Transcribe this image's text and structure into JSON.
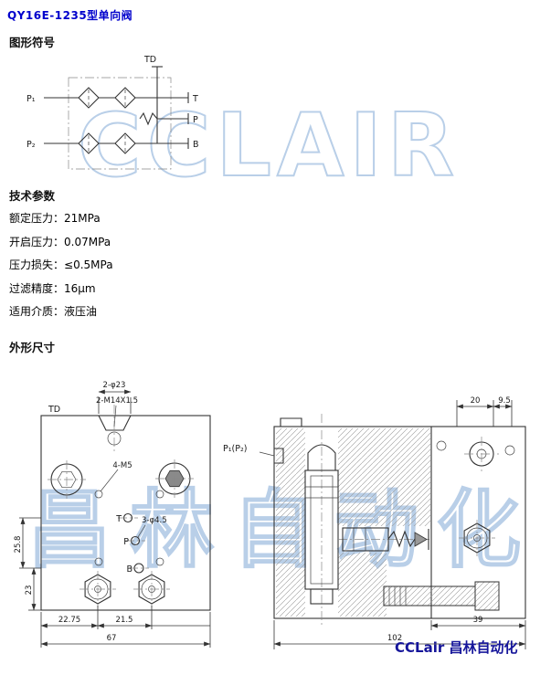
{
  "page": {
    "title": "QY16E-1235型单向阀",
    "watermark_latin": "CCLAIR",
    "watermark_cjk": "昌林自动化",
    "footer_brand": "CCLair 昌林自动化"
  },
  "symbol": {
    "heading": "图形符号",
    "ports": {
      "td": "TD",
      "p1": "P₁",
      "p2": "P₂",
      "t": "T",
      "p": "P",
      "b": "B"
    }
  },
  "params": {
    "heading": "技术参数",
    "items": [
      {
        "label": "额定压力：",
        "value": "21MPa"
      },
      {
        "label": "开启压力：",
        "value": "0.07MPa"
      },
      {
        "label": "压力损失：",
        "value": "≤0.5MPa"
      },
      {
        "label": "过滤精度：",
        "value": "16μm"
      },
      {
        "label": "适用介质：",
        "value": "液压油"
      }
    ]
  },
  "dims": {
    "heading": "外形尺寸",
    "front": {
      "counterbore": "2-φ23",
      "thread": "2-M14X1.5",
      "td": "TD",
      "m5": "4-M5",
      "t": "T",
      "p": "P",
      "b": "B",
      "drain_holes": "3-φ4.5",
      "h_tp_b": "25.8",
      "h_b_bottom": "23",
      "w_left": "22.75",
      "w_mid": "21.5",
      "w_total": "67"
    },
    "side": {
      "port": "P₁(P₂)",
      "top_a": "20",
      "top_b": "9.5",
      "bottom_a": "39",
      "bottom_b": "102"
    }
  }
}
